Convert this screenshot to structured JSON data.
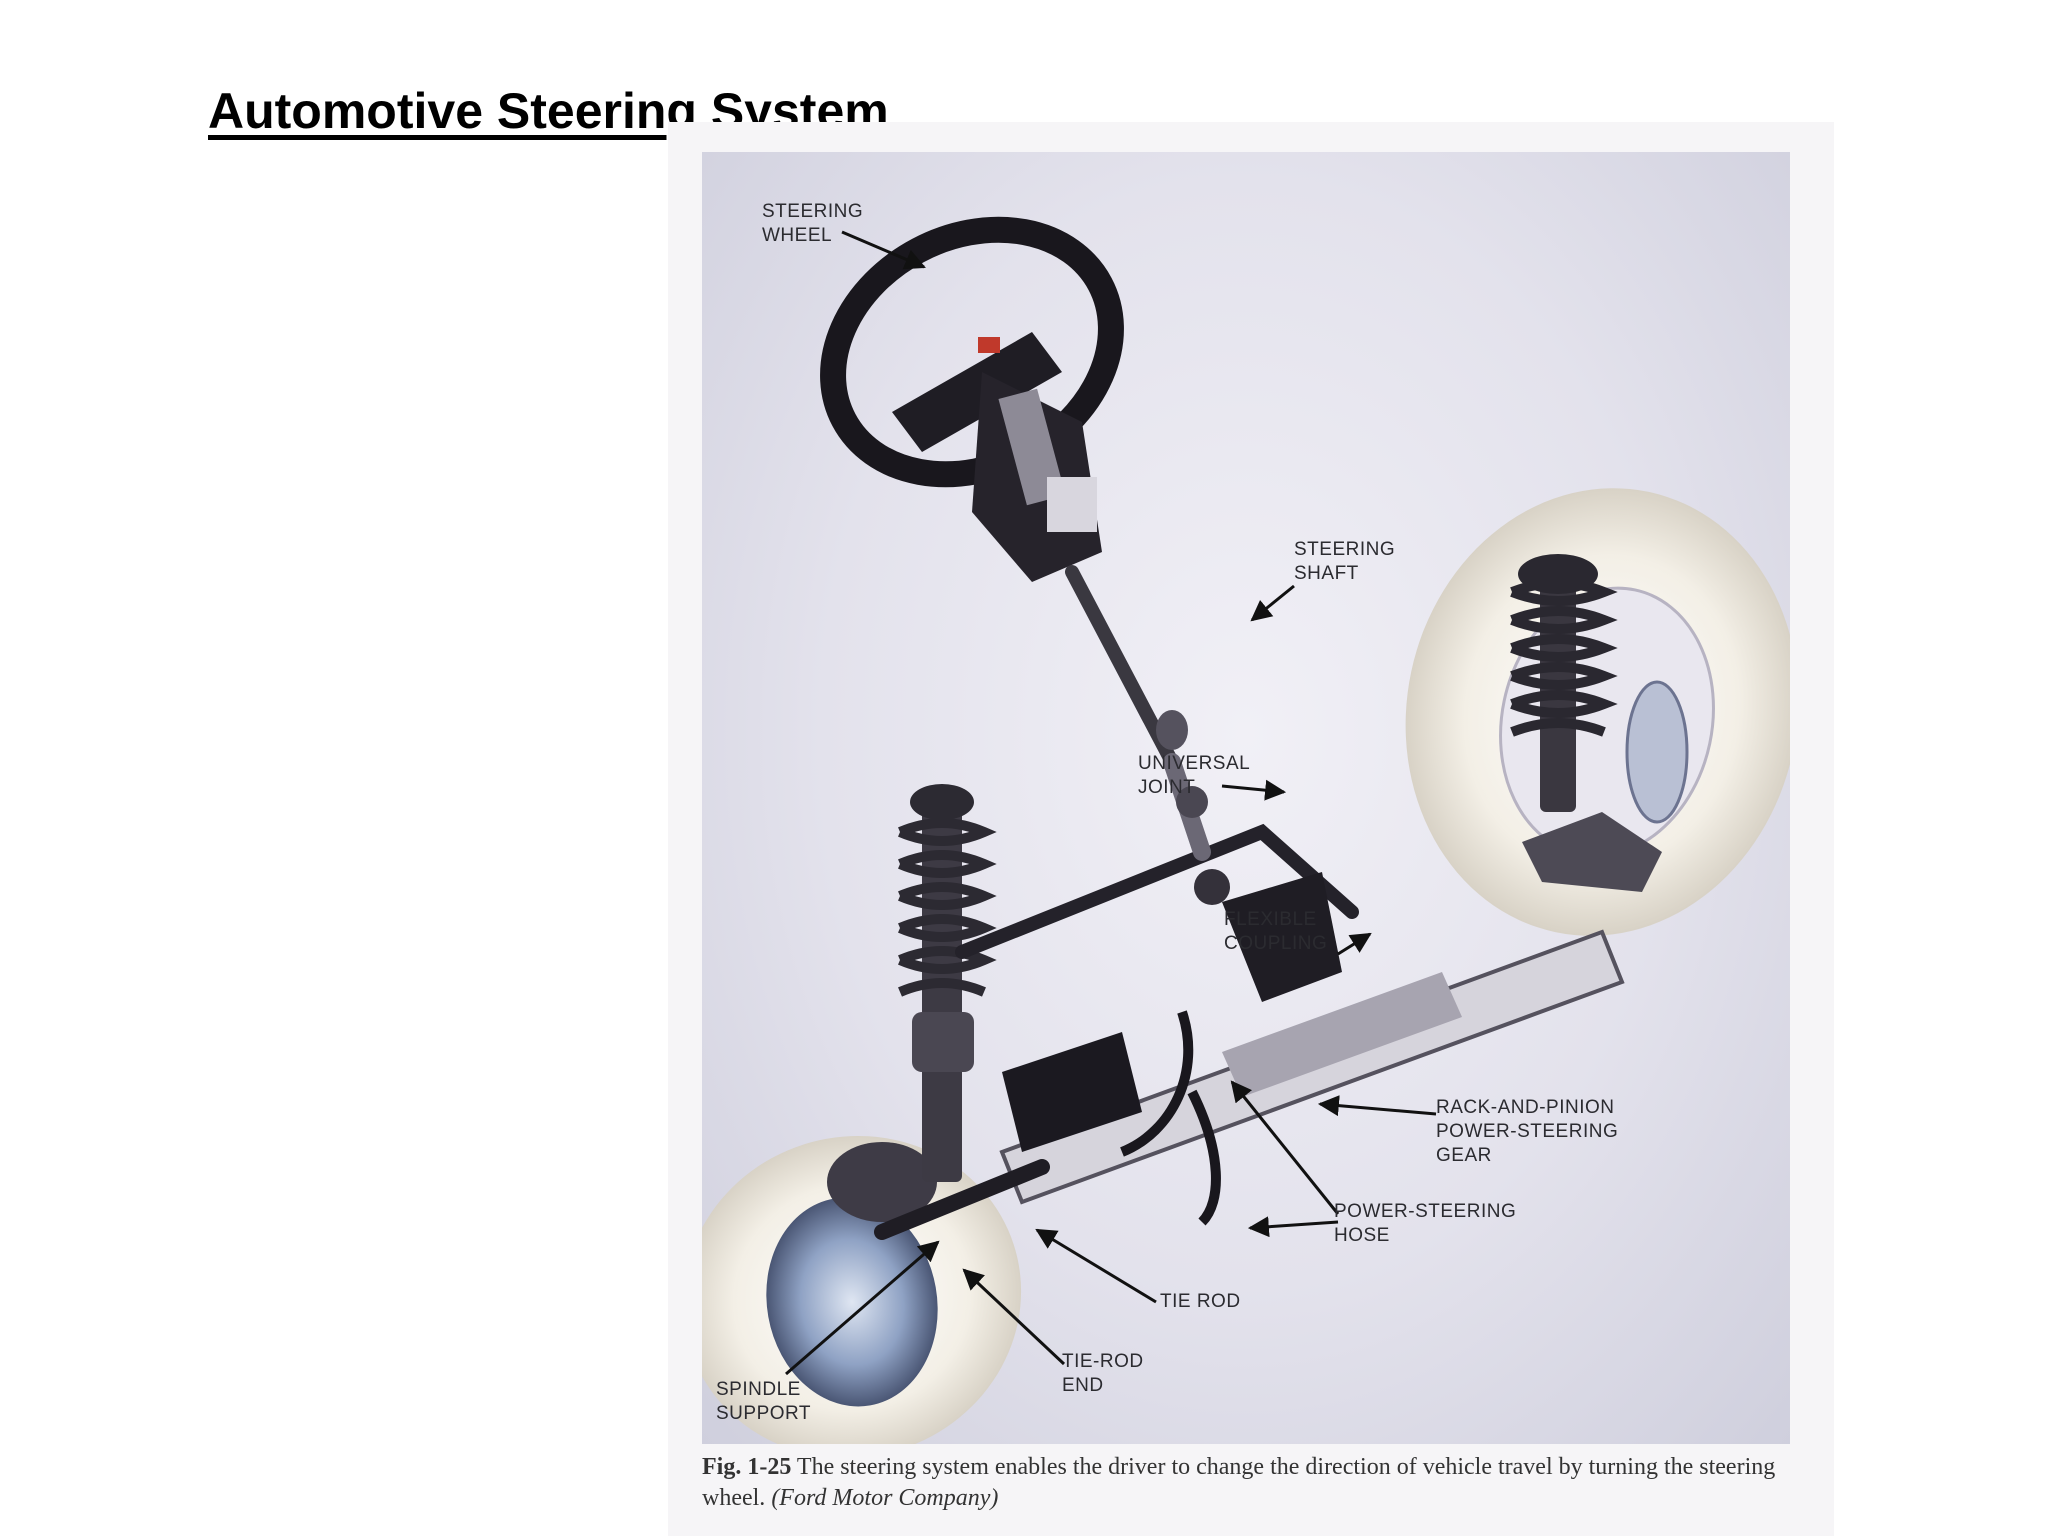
{
  "page": {
    "title": "Automotive Steering System"
  },
  "figure": {
    "labels": {
      "steering_wheel": "STEERING\nWHEEL",
      "steering_shaft": "STEERING\nSHAFT",
      "universal_joint": "UNIVERSAL\nJOINT",
      "flexible_coupling": "FLEXIBLE\nCOUPLING",
      "rack_and_pinion": "RACK-AND-PINION\nPOWER-STEERING\nGEAR",
      "power_steering_hose": "POWER-STEERING\nHOSE",
      "tie_rod": "TIE ROD",
      "tie_rod_end": "TIE-ROD\nEND",
      "spindle_support": "SPINDLE\nSUPPORT"
    },
    "caption": {
      "fig_number": "Fig. 1-25",
      "text": "The steering system enables the driver to change the direction of vehicle travel by turning the steering wheel.",
      "credit": "(Ford Motor Company)"
    }
  },
  "colors": {
    "background": "#ffffff",
    "photo_background": "#e3e2ec",
    "component_dark": "#1c1a22",
    "tire": "#f3efe6",
    "arrow": "#111111"
  }
}
